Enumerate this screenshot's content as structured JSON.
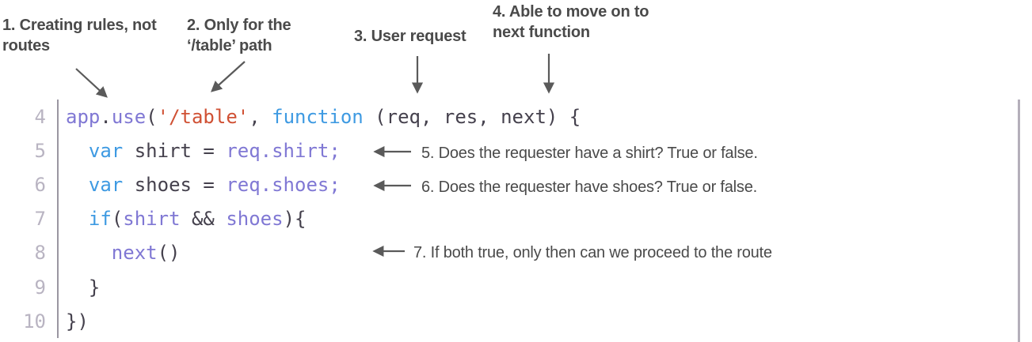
{
  "colors": {
    "keyword": "#3e9ae2",
    "ident": "#8078d4",
    "string": "#d05134",
    "plain": "#45414d",
    "lineno": "#b9b4c2",
    "annotation": "#4a4a4a",
    "arrow": "#5a5a5a",
    "border_left": "#9a96a1",
    "border_right": "#b4afba"
  },
  "annotations": {
    "top": [
      {
        "text": "1. Creating rules, not routes"
      },
      {
        "text": "2. Only for the ‘/table’ path"
      },
      {
        "text": "3. User request"
      },
      {
        "text": "4. Able to move on to next function"
      }
    ],
    "side": [
      {
        "text": "5. Does the requester have a shirt? True or false."
      },
      {
        "text": "6. Does the requester have shoes? True or false."
      },
      {
        "text": "7. If both true, only then can we proceed to the route"
      }
    ]
  },
  "code": {
    "lines": [
      {
        "num": "4",
        "tokens": [
          {
            "c": "i",
            "t": "app"
          },
          {
            "c": "d",
            "t": "."
          },
          {
            "c": "i",
            "t": "use"
          },
          {
            "c": "d",
            "t": "("
          },
          {
            "c": "s",
            "t": "'/table'"
          },
          {
            "c": "d",
            "t": ", "
          },
          {
            "c": "k",
            "t": "function"
          },
          {
            "c": "d",
            "t": " (req, res, next) {"
          }
        ]
      },
      {
        "num": "5",
        "tokens": [
          {
            "c": "d",
            "t": "  "
          },
          {
            "c": "k",
            "t": "var"
          },
          {
            "c": "d",
            "t": " shirt = "
          },
          {
            "c": "i",
            "t": "req.shirt;"
          }
        ]
      },
      {
        "num": "6",
        "tokens": [
          {
            "c": "d",
            "t": "  "
          },
          {
            "c": "k",
            "t": "var"
          },
          {
            "c": "d",
            "t": " shoes = "
          },
          {
            "c": "i",
            "t": "req.shoes;"
          }
        ]
      },
      {
        "num": "7",
        "tokens": [
          {
            "c": "d",
            "t": "  "
          },
          {
            "c": "k",
            "t": "if"
          },
          {
            "c": "d",
            "t": "("
          },
          {
            "c": "i",
            "t": "shirt"
          },
          {
            "c": "d",
            "t": " && "
          },
          {
            "c": "i",
            "t": "shoes"
          },
          {
            "c": "d",
            "t": "){"
          }
        ]
      },
      {
        "num": "8",
        "tokens": [
          {
            "c": "d",
            "t": "    "
          },
          {
            "c": "i",
            "t": "next"
          },
          {
            "c": "d",
            "t": "()"
          }
        ]
      },
      {
        "num": "9",
        "tokens": [
          {
            "c": "d",
            "t": "  }"
          }
        ]
      },
      {
        "num": "10",
        "tokens": [
          {
            "c": "d",
            "t": "})"
          }
        ]
      }
    ]
  }
}
